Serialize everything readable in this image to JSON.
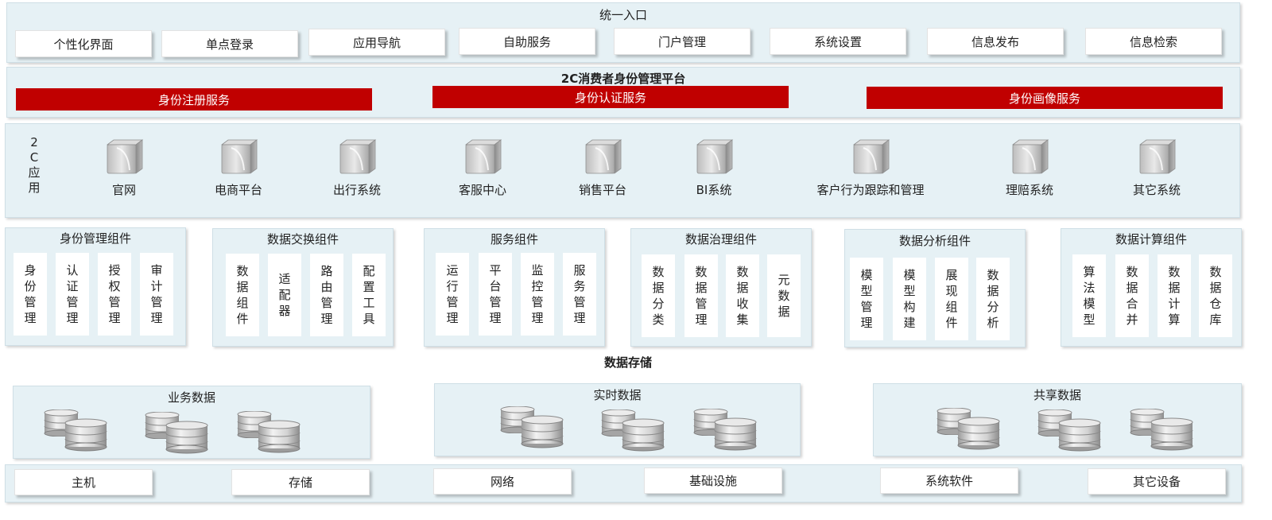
{
  "portal": {
    "title": "统一入口",
    "items": [
      "个性化界面",
      "单点登录",
      "应用导航",
      "自助服务",
      "门户管理",
      "系统设置",
      "信息发布",
      "信息检索"
    ]
  },
  "platform": {
    "title": "2C消费者身份管理平台",
    "services": [
      "身份注册服务",
      "身份认证服务",
      "身份画像服务"
    ]
  },
  "apps": {
    "label": "2C应用",
    "systems": [
      "官网",
      "电商平台",
      "出行系统",
      "客服中心",
      "销售平台",
      "BI系统",
      "客户行为跟踪和管理",
      "理赔系统",
      "其它系统"
    ]
  },
  "components": [
    {
      "title": "身份管理组件",
      "items": [
        "身份管理",
        "认证管理",
        "授权管理",
        "审计管理"
      ]
    },
    {
      "title": "数据交换组件",
      "items": [
        "数据组件",
        "适配器",
        "路由管理",
        "配置工具"
      ]
    },
    {
      "title": "服务组件",
      "items": [
        "运行管理",
        "平台管理",
        "监控管理",
        "服务管理"
      ]
    },
    {
      "title": "数据治理组件",
      "items": [
        "数据分类",
        "数据管理",
        "数据收集",
        "元数据"
      ]
    },
    {
      "title": "数据分析组件",
      "items": [
        "模型管理",
        "模型构建",
        "展现组件",
        "数据分析"
      ]
    },
    {
      "title": "数据计算组件",
      "items": [
        "算法模型",
        "数据合并",
        "数据计算",
        "数据仓库"
      ]
    }
  ],
  "storage": {
    "title": "数据存储",
    "groups": [
      "业务数据",
      "实时数据",
      "共享数据"
    ]
  },
  "infrastructure": {
    "items": [
      "主机",
      "存储",
      "网络",
      "基础设施",
      "系统软件",
      "其它设备"
    ]
  },
  "colors": {
    "panel": "#e6f1f5",
    "service_red": "#c00000",
    "button": "#ffffff"
  },
  "icons": {
    "system": "server-box-icon",
    "storage": "database-cylinder-icon"
  }
}
